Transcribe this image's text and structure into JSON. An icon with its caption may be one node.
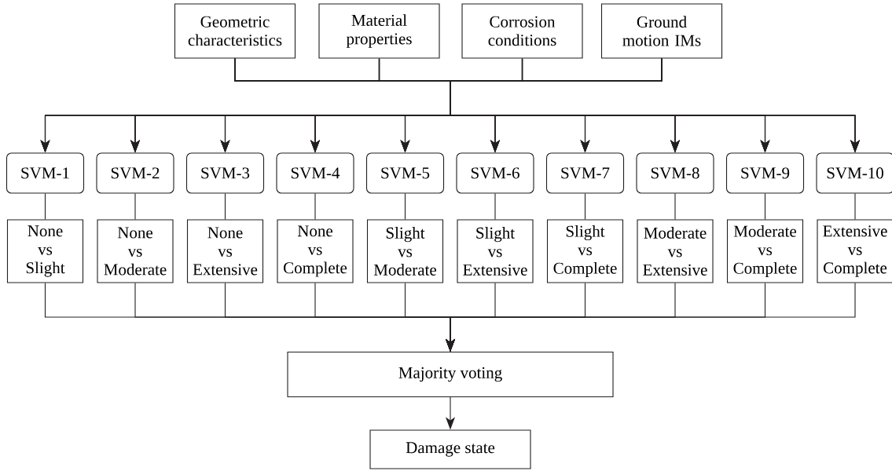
{
  "diagram": {
    "nodes": [
      {
        "text": [
          "Geometric characteristics"
        ]
      },
      {
        "text": [
          "Material properties"
        ]
      },
      {
        "text": [
          "Corrosion conditions"
        ]
      },
      {
        "text": [
          "Ground motion IMs"
        ]
      },
      {
        "text": [
          "SVM-1"
        ]
      },
      {
        "text": [
          "SVM-2"
        ]
      },
      {
        "text": [
          "SVM-3"
        ]
      },
      {
        "text": [
          "SVM-4"
        ]
      },
      {
        "text": [
          "SVM-5"
        ]
      },
      {
        "text": [
          "SVM-6"
        ]
      },
      {
        "text": [
          "SVM-7"
        ]
      },
      {
        "text": [
          "SVM-8"
        ]
      },
      {
        "text": [
          "SVM-9"
        ]
      },
      {
        "text": [
          "SVM-10"
        ]
      },
      {
        "text": [
          "None vs Slight"
        ]
      },
      {
        "text": [
          "None vs Moderate"
        ]
      },
      {
        "text": [
          "None vs Extensive"
        ]
      },
      {
        "text": [
          "None vs Complete"
        ]
      },
      {
        "text": [
          "Slight vs Moderate"
        ]
      },
      {
        "text": [
          "Slight vs Extensive"
        ]
      },
      {
        "text": [
          "Slight vs Complete"
        ]
      },
      {
        "text": [
          "Moderate vs Extensive"
        ]
      },
      {
        "text": [
          "Moderate vs Complete"
        ]
      },
      {
        "text": [
          "Extensive vs Complete"
        ]
      },
      {
        "text": [
          "Majority voting"
        ]
      },
      {
        "text": [
          "Damage state"
        ]
      }
    ],
    "edges": [
      {
        "from": 0,
        "to": 4,
        "arrow": "to"
      },
      {
        "from": 0,
        "to": 5,
        "arrow": "to"
      },
      {
        "from": 0,
        "to": 6,
        "arrow": "to"
      },
      {
        "from": 0,
        "to": 7,
        "arrow": "to"
      },
      {
        "from": 0,
        "to": 8,
        "arrow": "to"
      },
      {
        "from": 0,
        "to": 9,
        "arrow": "to"
      },
      {
        "from": 0,
        "to": 10,
        "arrow": "to"
      },
      {
        "from": 0,
        "to": 11,
        "arrow": "to"
      },
      {
        "from": 0,
        "to": 12,
        "arrow": "to"
      },
      {
        "from": 0,
        "to": 13,
        "arrow": "to"
      },
      {
        "from": 1,
        "to": 4,
        "arrow": "to"
      },
      {
        "from": 1,
        "to": 5,
        "arrow": "to"
      },
      {
        "from": 1,
        "to": 6,
        "arrow": "to"
      },
      {
        "from": 1,
        "to": 7,
        "arrow": "to"
      },
      {
        "from": 1,
        "to": 8,
        "arrow": "to"
      },
      {
        "from": 1,
        "to": 9,
        "arrow": "to"
      },
      {
        "from": 1,
        "to": 10,
        "arrow": "to"
      },
      {
        "from": 1,
        "to": 11,
        "arrow": "to"
      },
      {
        "from": 1,
        "to": 12,
        "arrow": "to"
      },
      {
        "from": 1,
        "to": 13,
        "arrow": "to"
      },
      {
        "from": 2,
        "to": 4,
        "arrow": "to"
      },
      {
        "from": 2,
        "to": 5,
        "arrow": "to"
      },
      {
        "from": 2,
        "to": 6,
        "arrow": "to"
      },
      {
        "from": 2,
        "to": 7,
        "arrow": "to"
      },
      {
        "from": 2,
        "to": 8,
        "arrow": "to"
      },
      {
        "from": 2,
        "to": 9,
        "arrow": "to"
      },
      {
        "from": 2,
        "to": 10,
        "arrow": "to"
      },
      {
        "from": 2,
        "to": 11,
        "arrow": "to"
      },
      {
        "from": 2,
        "to": 12,
        "arrow": "to"
      },
      {
        "from": 2,
        "to": 13,
        "arrow": "to"
      },
      {
        "from": 3,
        "to": 4,
        "arrow": "to"
      },
      {
        "from": 3,
        "to": 5,
        "arrow": "to"
      },
      {
        "from": 3,
        "to": 6,
        "arrow": "to"
      },
      {
        "from": 3,
        "to": 7,
        "arrow": "to"
      },
      {
        "from": 3,
        "to": 8,
        "arrow": "to"
      },
      {
        "from": 3,
        "to": 9,
        "arrow": "to"
      },
      {
        "from": 3,
        "to": 10,
        "arrow": "to"
      },
      {
        "from": 3,
        "to": 11,
        "arrow": "to"
      },
      {
        "from": 3,
        "to": 12,
        "arrow": "to"
      },
      {
        "from": 3,
        "to": 13,
        "arrow": "to"
      },
      {
        "from": 4,
        "to": 14,
        "arrow": "none"
      },
      {
        "from": 5,
        "to": 15,
        "arrow": "none"
      },
      {
        "from": 6,
        "to": 16,
        "arrow": "none"
      },
      {
        "from": 7,
        "to": 17,
        "arrow": "none"
      },
      {
        "from": 8,
        "to": 18,
        "arrow": "none"
      },
      {
        "from": 9,
        "to": 19,
        "arrow": "none"
      },
      {
        "from": 10,
        "to": 20,
        "arrow": "none"
      },
      {
        "from": 11,
        "to": 21,
        "arrow": "none"
      },
      {
        "from": 12,
        "to": 22,
        "arrow": "none"
      },
      {
        "from": 13,
        "to": 23,
        "arrow": "none"
      },
      {
        "from": 14,
        "to": 24,
        "arrow": "to"
      },
      {
        "from": 15,
        "to": 24,
        "arrow": "to"
      },
      {
        "from": 16,
        "to": 24,
        "arrow": "to"
      },
      {
        "from": 17,
        "to": 24,
        "arrow": "to"
      },
      {
        "from": 18,
        "to": 24,
        "arrow": "to"
      },
      {
        "from": 19,
        "to": 24,
        "arrow": "to"
      },
      {
        "from": 20,
        "to": 24,
        "arrow": "to"
      },
      {
        "from": 21,
        "to": 24,
        "arrow": "to"
      },
      {
        "from": 22,
        "to": 24,
        "arrow": "to"
      },
      {
        "from": 23,
        "to": 24,
        "arrow": "to"
      },
      {
        "from": 24,
        "to": 25,
        "arrow": "to"
      }
    ]
  }
}
